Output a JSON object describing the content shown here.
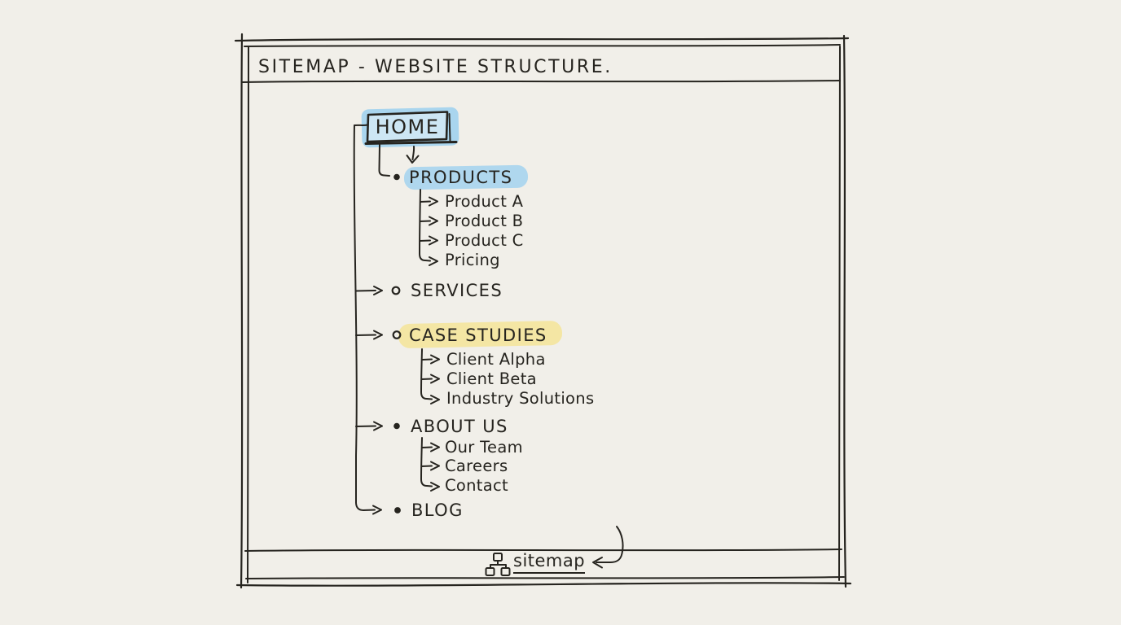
{
  "title": "SITEMAP - WEBSITE STRUCTURE.",
  "root": {
    "label": "HOME"
  },
  "tree": {
    "items": [
      {
        "label": "PRODUCTS",
        "bullet": "filled",
        "highlight": "blue",
        "children": [
          "Product A",
          "Product B",
          "Product C",
          "Pricing"
        ]
      },
      {
        "label": "SERVICES",
        "bullet": "open",
        "highlight": "none",
        "children": []
      },
      {
        "label": "CASE STUDIES",
        "bullet": "open",
        "highlight": "yellow",
        "children": [
          "Client Alpha",
          "Client Beta",
          "Industry Solutions"
        ]
      },
      {
        "label": "ABOUT US",
        "bullet": "filled",
        "highlight": "none",
        "children": [
          "Our Team",
          "Careers",
          "Contact"
        ]
      },
      {
        "label": "BLOG",
        "bullet": "filled",
        "highlight": "none",
        "children": []
      }
    ]
  },
  "footer": {
    "link_label": "sitemap",
    "icon": "sitemap-tree-icon"
  },
  "colors": {
    "ink": "#26241f",
    "paper": "#f1efe9",
    "blue_highlight": "#a9d5ee",
    "home_fill": "#cde6f4",
    "yellow_highlight": "#f3e5a0"
  }
}
